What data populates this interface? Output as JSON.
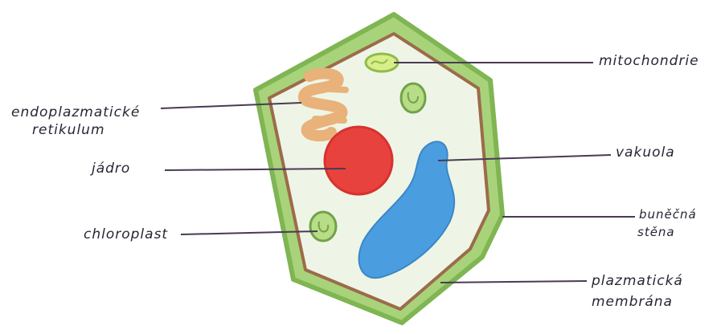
{
  "labels": {
    "er_line1": "endoplazmatické",
    "er_line2": "retikulum",
    "nucleus": "jádro",
    "chloroplast": "chloroplast",
    "mitochondria": "mitochondrie",
    "vacuole": "vakuola",
    "cell_wall_line1": "buněčná",
    "cell_wall_line2": "stěna",
    "membrane_line1": "plazmatická",
    "membrane_line2": "membrána"
  },
  "colors": {
    "cell_wall": "#a8d37a",
    "cell_wall_edge": "#7fb552",
    "membrane": "#9c6b4a",
    "cytoplasm": "#eef5e6",
    "nucleus": "#e8423e",
    "vacuole": "#4a9ee0",
    "er": "#e8b27a",
    "chloroplast": "#b9dc86",
    "leader_line": "#4a3a55"
  }
}
